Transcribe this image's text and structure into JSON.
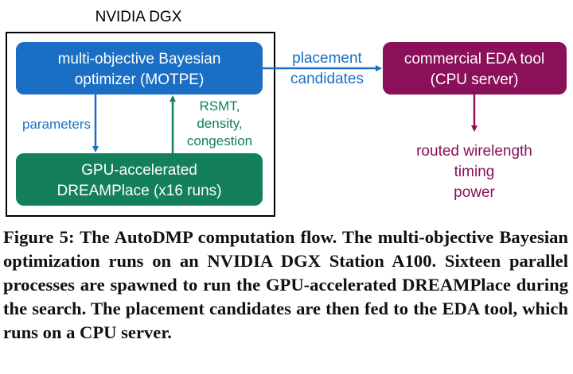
{
  "diagram": {
    "container_label": "NVIDIA DGX",
    "optimizer_box": {
      "line1": "multi-objective Bayesian",
      "line2": "optimizer (MOTPE)"
    },
    "gpu_box": {
      "line1": "GPU-accelerated",
      "line2": "DREAMPlace (x16 runs)"
    },
    "eda_box": {
      "line1": "commercial EDA tool",
      "line2": "(CPU server)"
    },
    "parameters_label": "parameters",
    "feedback_label": [
      "RSMT,",
      "density,",
      "congestion"
    ],
    "placement_label": [
      "placement",
      "candidates"
    ],
    "outputs": [
      "routed wirelength",
      "timing",
      "power"
    ],
    "colors": {
      "optimizer_fill": "#1a6fc4",
      "gpu_fill": "#14805a",
      "eda_fill": "#8a1059",
      "arrow_blue": "#1a6fc4",
      "arrow_green": "#14805a",
      "arrow_magenta": "#8a1059",
      "container_border": "#000000"
    }
  },
  "caption": {
    "text": "Figure 5: The AutoDMP computation flow. The multi-objective Bayesian optimization runs on an NVIDIA DGX Station A100. Sixteen parallel processes are spawned to run the GPU-accelerated DREAMPlace during the search. The placement candidates are then fed to the EDA tool, which runs on a CPU server."
  }
}
